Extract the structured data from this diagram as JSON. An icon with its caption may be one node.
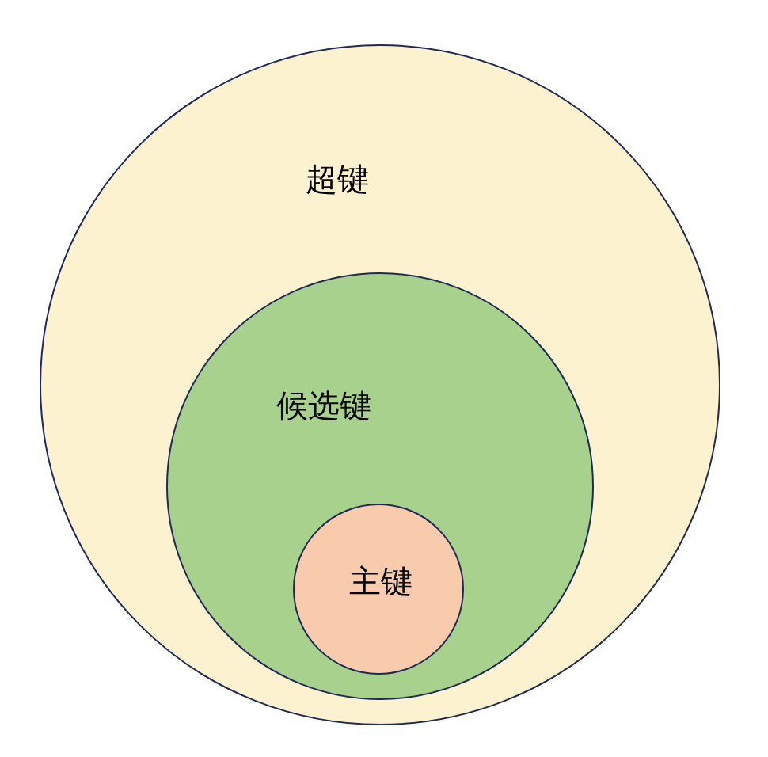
{
  "diagram": {
    "nodes": [
      {
        "text": [
          "超键"
        ]
      },
      {
        "text": [
          "候选键"
        ],
        "in": 0
      },
      {
        "text": [
          "主键"
        ],
        "in": 1
      }
    ]
  }
}
